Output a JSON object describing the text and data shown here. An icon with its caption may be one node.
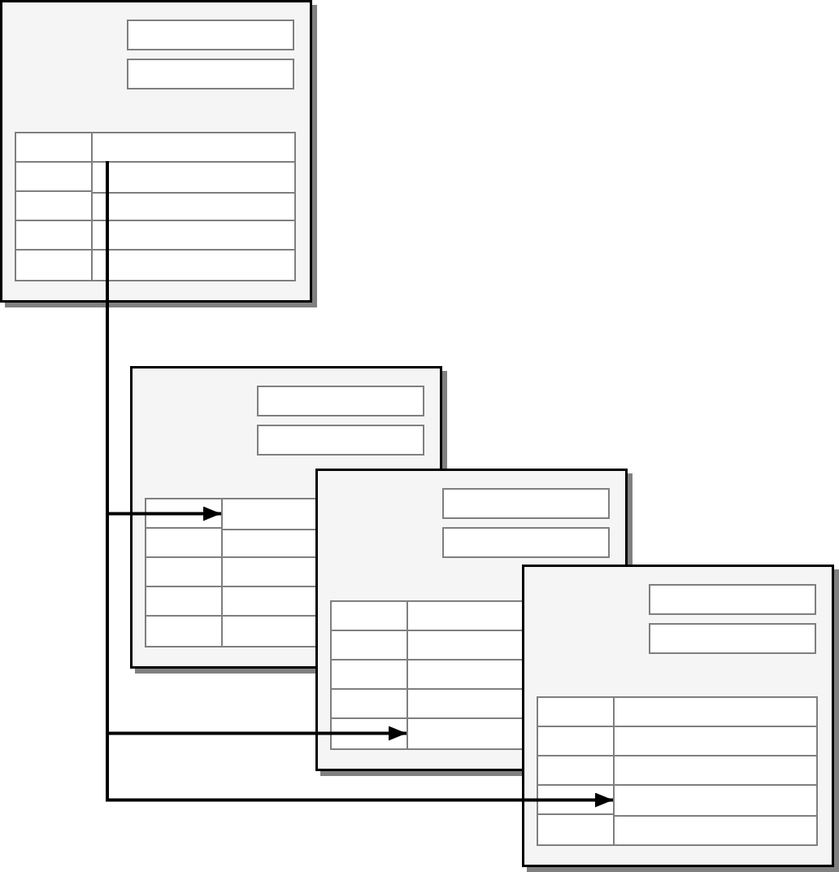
{
  "diagram": {
    "nodes": [
      {
        "text": [],
        "shape": "box"
      },
      {
        "text": [],
        "shape": "box",
        "in": 0
      },
      {
        "text": [],
        "shape": "box"
      },
      {
        "text": [],
        "shape": "box",
        "in": 2
      },
      {
        "text": [],
        "shape": "box"
      },
      {
        "text": [],
        "shape": "box",
        "in": 4
      },
      {
        "text": [],
        "shape": "box"
      },
      {
        "text": [],
        "shape": "box",
        "in": 6
      }
    ],
    "edges": [
      {
        "from": 1,
        "to": 3,
        "arrow": "to"
      },
      {
        "from": 1,
        "to": 5,
        "arrow": "to"
      },
      {
        "from": 1,
        "to": 7,
        "arrow": "to"
      }
    ]
  }
}
